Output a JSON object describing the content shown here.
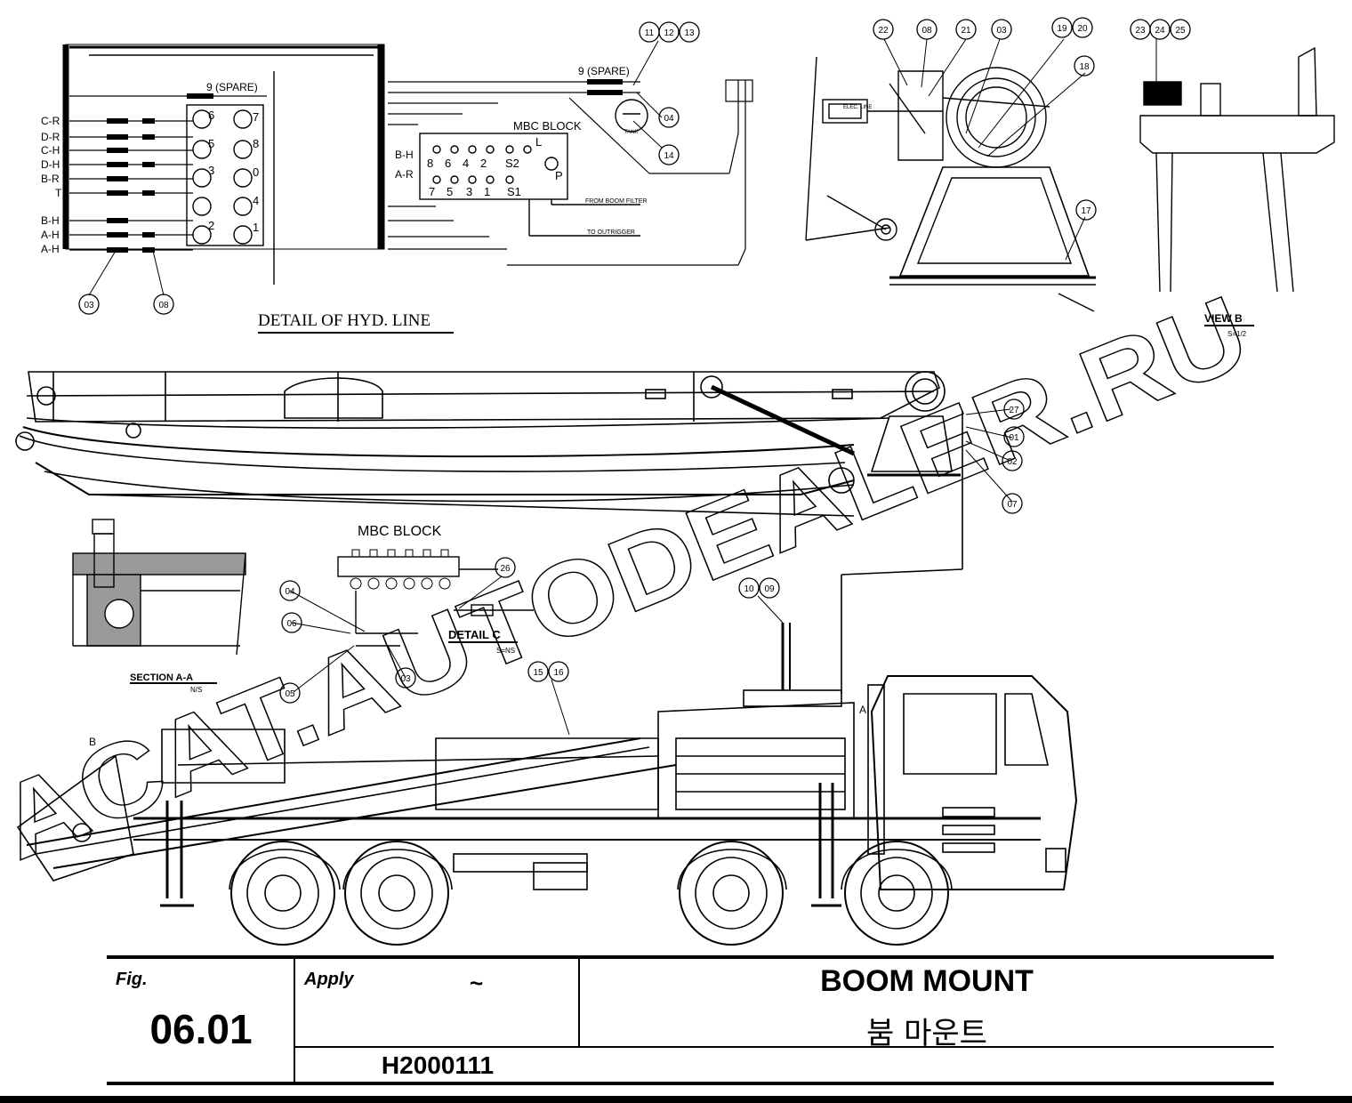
{
  "detail_hyd_line": {
    "title": "DETAIL  OF  HYD.  LINE",
    "spare_left": "9 (SPARE)",
    "spare_right": "9 (SPARE)",
    "left_labels": [
      "C-R",
      "D-R",
      "C-H",
      "D-H",
      "B-R",
      "T",
      "B-H",
      "A-H",
      "A-H"
    ],
    "port_numbers": [
      "6",
      "7",
      "5",
      "8",
      "3",
      "0",
      "4",
      "2",
      "1"
    ],
    "block_label": "MBC BLOCK",
    "block_row_top": [
      "8",
      "6",
      "4",
      "2",
      "S2"
    ],
    "block_row_bottom": [
      "7",
      "5",
      "3",
      "1",
      "S1"
    ],
    "block_side_labels": [
      "B-H",
      "A-R"
    ],
    "block_L": "L",
    "block_P": "P",
    "note_boom_filter": "FROM BOOM FILTER",
    "note_outrigger": "TO OUTRIGGER",
    "note_tank": "TANK",
    "callouts": [
      "11",
      "12",
      "13",
      "04",
      "14",
      "03",
      "08"
    ]
  },
  "view_b": {
    "title": "VIEW  B",
    "scale": "S=1/2",
    "elec_line": "ELEC. LINE",
    "callouts": [
      "22",
      "08",
      "21",
      "03",
      "19",
      "20",
      "18",
      "17",
      "23",
      "24",
      "25"
    ]
  },
  "boom_callouts": [
    "27",
    "01",
    "02",
    "07"
  ],
  "section_aa": {
    "title": "SECTION  A-A",
    "scale": "N/S"
  },
  "detail_c": {
    "title": "DETAIL  C",
    "scale": "S=NS",
    "block_label": "MBC BLOCK",
    "callouts": [
      "26",
      "04",
      "06",
      "05",
      "03"
    ]
  },
  "truck": {
    "callouts": [
      "10",
      "09",
      "15",
      "16"
    ],
    "marker_a": "A",
    "marker_b": "B"
  },
  "watermark": "ACAT.AUTODEALER.RU",
  "title_block": {
    "fig_caption": "Fig.",
    "fig_number": "06.01",
    "apply_caption": "Apply",
    "apply_tilde": "~",
    "code": "H2000111",
    "title_en": "BOOM MOUNT",
    "title_ko": "붐 마운트"
  }
}
